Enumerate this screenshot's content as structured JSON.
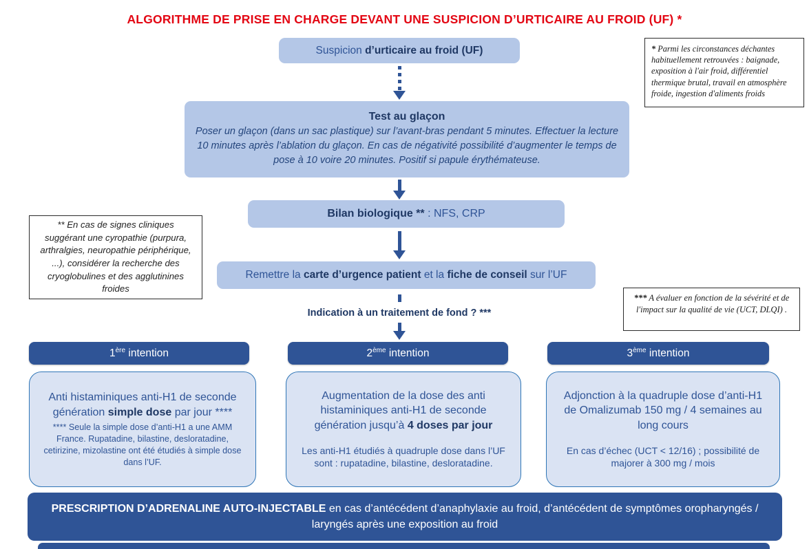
{
  "title": "ALGORITHME DE PRISE EN CHARGE DEVANT UNE SUSPICION D’URTICAIRE AU FROID (UF) *",
  "colors": {
    "title_red": "#e30613",
    "flow_box_fill": "#b4c7e7",
    "dark_blue": "#2f5496",
    "navy_text": "#1f3864",
    "panel_fill": "#dae3f3",
    "panel_border": "#2e75b6"
  },
  "flow": {
    "suspicion": {
      "normal": "Suspicion ",
      "bold": "d’urticaire au froid (UF)"
    },
    "ice_test": {
      "title": "Test au glaçon",
      "body": "Poser un glaçon (dans un sac plastique) sur l’avant-bras pendant 5 minutes. Effectuer la lecture 10 minutes après l’ablation du glaçon. En cas de négativité possibilité d’augmenter le temps de pose à 10 voire 20 minutes. Positif si papule érythémateuse."
    },
    "biology": {
      "bold": "Bilan biologique **",
      "normal": " : NFS, CRP"
    },
    "handout": {
      "p1": "Remettre la ",
      "b1": "carte d’urgence patient",
      "p2": " et la ",
      "b2": "fiche de conseil",
      "p3": " sur l’UF"
    },
    "question": "Indication à un traitement de fond ? ***"
  },
  "notes": {
    "star": {
      "marker": "*",
      "text": "  Parmi les circonstances déchantes habituellement retrouvées :  baignade, exposition à l'air froid, différentiel thermique brutal, travail en atmosphère froide, ingestion d'aliments froids"
    },
    "double_star": {
      "text": "** En cas de signes cliniques suggérant une cyropathie (purpura, arthralgies, neuropathie périphérique, ...), considérer la recherche des cryoglobulines et des agglutinines froides"
    },
    "triple_star": {
      "marker": "***",
      "text": " A évaluer en fonction de la sévérité et de l'impact sur la qualité de vie (UCT, DLQI) ."
    }
  },
  "intentions": [
    {
      "num": "1",
      "ordinal": "ère",
      "label": " intention",
      "main_pre": "Anti histaminiques anti-H1 de seconde génération ",
      "main_bold": "simple dose",
      "main_post": " par jour ****",
      "detail": "**** Seule la simple dose d’anti-H1 a une AMM France. Rupatadine, bilastine, desloratadine, cetirizine, mizolastine ont été étudiés à simple dose dans l’UF."
    },
    {
      "num": "2",
      "ordinal": "ème",
      "label": " intention",
      "main_pre": "Augmentation de la dose des anti histaminiques anti-H1 de seconde génération jusqu’à ",
      "main_bold": "4 doses par jour",
      "main_post": "",
      "detail": "Les anti-H1 étudiés à quadruple dose dans l’UF sont : rupatadine, bilastine, desloratadine."
    },
    {
      "num": "3",
      "ordinal": "ème",
      "label": " intention",
      "main_pre": "Adjonction à la quadruple dose d’anti-H1 de Omalizumab 150 mg / 4 semaines au long cours",
      "main_bold": "",
      "main_post": "",
      "detail": "En cas d’échec (UCT < 12/16) ; possibilité de majorer à 300 mg / mois"
    }
  ],
  "bottom_bar": {
    "bold": "PRESCRIPTION D’ADRENALINE AUTO-INJECTABLE",
    "normal": " en cas d’antécédent d’anaphylaxie au froid, d’antécédent de symptômes oropharyngés / laryngés après une exposition au froid"
  }
}
